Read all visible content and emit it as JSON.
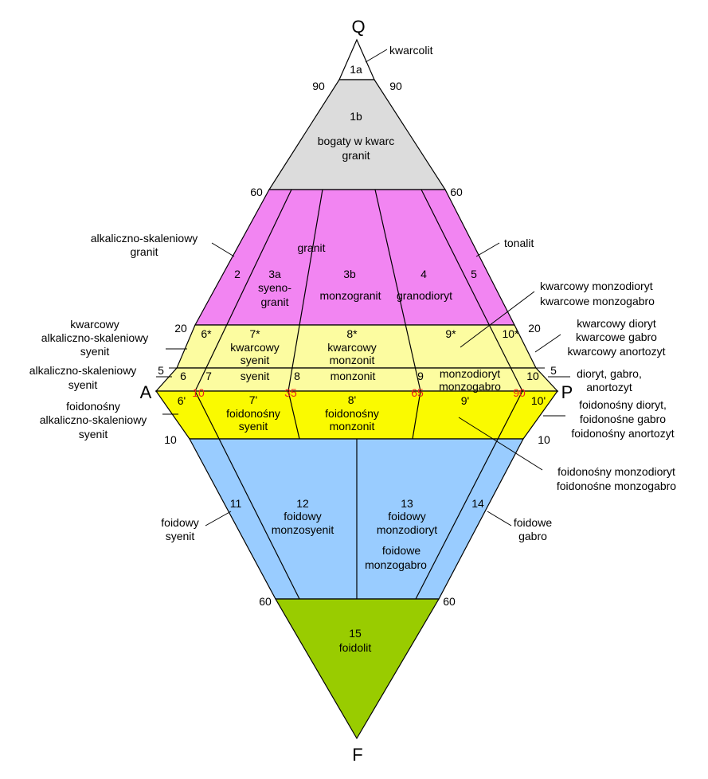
{
  "colors": {
    "quartzolite": "#ffffff",
    "quartz_rich": "#dcdcdc",
    "granitoid": "#f285f2",
    "quartz_bearing": "#fcfca0",
    "plain": "#fcfca0",
    "foid_bearing": "#fafa00",
    "foidal": "#99ccff",
    "foidolite": "#99cc00",
    "red_tick": "#e8221e"
  },
  "vertices": {
    "Q": "Q",
    "A": "A",
    "P": "P",
    "F": "F"
  },
  "ticks": {
    "q90_left": "90",
    "q90_right": "90",
    "q60_left": "60",
    "q60_right": "60",
    "q20_left": "20",
    "q20_right": "20",
    "q5_left": "5",
    "q5_right": "5",
    "f10_left": "10",
    "f10_right": "10",
    "f60_left": "60",
    "f60_right": "60"
  },
  "red_ticks": [
    "10",
    "35",
    "65",
    "90"
  ],
  "fields": {
    "f1a": "1a",
    "f1b": "1b",
    "f1b_name1": "bogaty w kwarc",
    "f1b_name2": "granit",
    "f2": "2",
    "f3_granit": "granit",
    "f3a": "3a",
    "f3a_name1": "syeno-",
    "f3a_name2": "granit",
    "f3b": "3b",
    "f3b_name": "monzogranit",
    "f4": "4",
    "f4_name": "granodioryt",
    "f5": "5",
    "f6s": "6*",
    "f7s": "7*",
    "f7s_name1": "kwarcowy",
    "f7s_name2": "syenit",
    "f8s": "8*",
    "f8s_name1": "kwarcowy",
    "f8s_name2": "monzonit",
    "f9s": "9*",
    "f10s": "10*",
    "f6": "6",
    "f7": "7",
    "f7_name": "syenit",
    "f8": "8",
    "f8_name": "monzonit",
    "f9": "9",
    "f9_name1": "monzodioryt",
    "f9_name2": "monzogabro",
    "f10": "10",
    "f6p": "6'",
    "f7p": "7'",
    "f7p_name1": "foidonośny",
    "f7p_name2": "syenit",
    "f8p": "8'",
    "f8p_name1": "foidonośny",
    "f8p_name2": "monzonit",
    "f9p": "9'",
    "f10p": "10'",
    "f11": "11",
    "f12": "12",
    "f12_name1": "foidowy",
    "f12_name2": "monzosyenit",
    "f13": "13",
    "f13_name1": "foidowy",
    "f13_name2": "monzodioryt",
    "f13_name3": "foidowe",
    "f13_name4": "monzogabro",
    "f14": "14",
    "f15": "15",
    "f15_name": "foidolit"
  },
  "callouts": {
    "kwarcolit": "kwarcolit",
    "alk_granit_1": "alkaliczno-skaleniowy",
    "alk_granit_2": "granit",
    "tonalit": "tonalit",
    "qmd_1": "kwarcowy monzodioryt",
    "qmd_2": "kwarcowe monzogabro",
    "q_alk_syenit_1": "kwarcowy",
    "q_alk_syenit_2": "alkaliczno-skaleniowy",
    "q_alk_syenit_3": "syenit",
    "qd_1": "kwarcowy dioryt",
    "qd_2": "kwarcowe gabro",
    "qd_3": "kwarcowy anortozyt",
    "alk_syenit_1": "alkaliczno-skaleniowy",
    "alk_syenit_2": "syenit",
    "dioryt_1": "dioryt, gabro,",
    "dioryt_2": "anortozyt",
    "foid_alk_1": "foidonośny",
    "foid_alk_2": "alkaliczno-skaleniowy",
    "foid_alk_3": "syenit",
    "foid_dioryt_1": "foidonośny dioryt,",
    "foid_dioryt_2": "foidonośne gabro",
    "foid_dioryt_3": "foidonośny anortozyt",
    "foid_mzd_1": "foidonośny monzodioryt",
    "foid_mzd_2": "foidonośne monzogabro",
    "foidowy_syenit_1": "foidowy",
    "foidowy_syenit_2": "syenit",
    "foidowe_gabro_1": "foidowe",
    "foidowe_gabro_2": "gabro"
  }
}
